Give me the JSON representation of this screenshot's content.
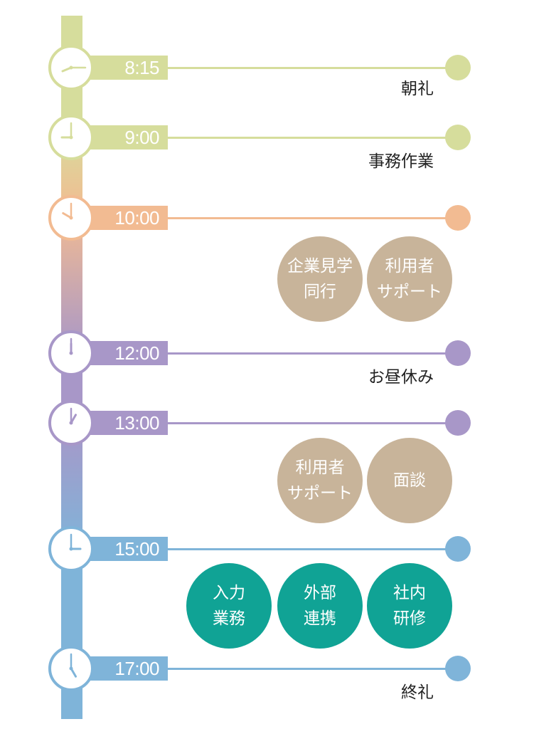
{
  "schedule": [
    {
      "time": "8:15",
      "event": "朝礼",
      "color": "#d6dd9c",
      "hour": 8,
      "minute": 15
    },
    {
      "time": "9:00",
      "event": "事務作業",
      "color": "#d6dd9c",
      "hour": 9,
      "minute": 0
    },
    {
      "time": "10:00",
      "event": "",
      "color": "#f2bb92",
      "hour": 10,
      "minute": 0
    },
    {
      "time": "12:00",
      "event": "お昼休み",
      "color": "#a897c8",
      "hour": 12,
      "minute": 0
    },
    {
      "time": "13:00",
      "event": "",
      "color": "#a897c8",
      "hour": 13,
      "minute": 0
    },
    {
      "time": "15:00",
      "event": "",
      "color": "#7fb4d9",
      "hour": 15,
      "minute": 0
    },
    {
      "time": "17:00",
      "event": "終礼",
      "color": "#7fb4d9",
      "hour": 17,
      "minute": 0
    }
  ],
  "activity_groups": [
    {
      "after_time": "10:00",
      "color": "#c8b49a",
      "items": [
        "企業見学\n同行",
        "利用者\nサポート"
      ]
    },
    {
      "after_time": "13:00",
      "color": "#c8b49a",
      "items": [
        "利用者\nサポート",
        "面談"
      ]
    },
    {
      "after_time": "15:00",
      "color": "#10a395",
      "items": [
        "入力\n業務",
        "外部\n連携",
        "社内\n研修"
      ]
    }
  ],
  "bar_gradient": [
    "#d6dd9c",
    "#d6dd9c",
    "#f2bb92",
    "#a897c8",
    "#a897c8",
    "#7fb4d9",
    "#7fb4d9"
  ]
}
